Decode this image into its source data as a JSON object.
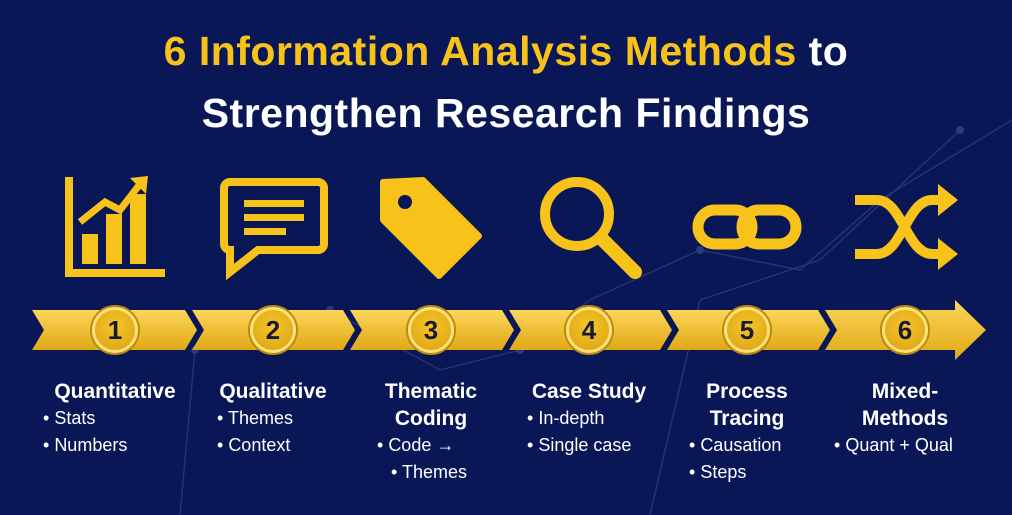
{
  "title": {
    "line1_highlight": "6 Information Analysis Methods",
    "line1_rest": " to",
    "line2": "Strengthen Research Findings"
  },
  "colors": {
    "background": "#0a1757",
    "accent": "#f7c21a"
  },
  "steps": [
    {
      "number": "1",
      "icon": "bar-chart-icon",
      "title": [
        "Quantitative"
      ],
      "bullets": [
        "Stats",
        "Numbers"
      ]
    },
    {
      "number": "2",
      "icon": "speech-bubble-icon",
      "title": [
        "Qualitative"
      ],
      "bullets": [
        "Themes",
        "Context"
      ]
    },
    {
      "number": "3",
      "icon": "tag-icon",
      "title": [
        "Thematic",
        "Coding"
      ],
      "bullets": [
        "Code →",
        "Themes"
      ]
    },
    {
      "number": "4",
      "icon": "magnifier-icon",
      "title": [
        "Case Study"
      ],
      "bullets": [
        "In-depth",
        "Single case"
      ]
    },
    {
      "number": "5",
      "icon": "chain-link-icon",
      "title": [
        "Process",
        "Tracing"
      ],
      "bullets": [
        "Causation",
        "Steps"
      ]
    },
    {
      "number": "6",
      "icon": "shuffle-icon",
      "title": [
        "Mixed-",
        "Methods"
      ],
      "bullets": [
        "Quant + Qual"
      ]
    }
  ]
}
